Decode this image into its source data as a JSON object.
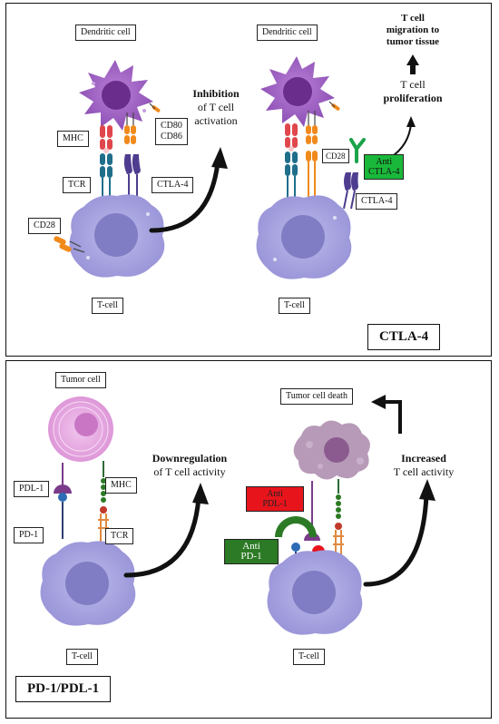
{
  "top_panel": {
    "title": "CTLA-4",
    "left": {
      "dendritic_label": "Dendritic cell",
      "mhc": "MHC",
      "cd80_cd86": "CD80\nCD86",
      "tcr": "TCR",
      "ctla4": "CTLA-4",
      "cd28": "CD28",
      "tcell": "T-cell",
      "effect_bold": "Inhibition",
      "effect_rest": "of T cell\nactivation"
    },
    "right": {
      "dendritic_label": "Dendritic cell",
      "cd28": "CD28",
      "anti_ctla4": "Anti\nCTLA-4",
      "ctla4": "CTLA-4",
      "tcell": "T-cell",
      "proliferation_top": "T cell",
      "proliferation_bold": "proliferation",
      "migration": "T cell\nmigration to\ntumor tissue"
    }
  },
  "bottom_panel": {
    "title": "PD-1/PDL-1",
    "left": {
      "tumor_label": "Tumor cell",
      "pdl1": "PDL-1",
      "pd1": "PD-1",
      "mhc": "MHC",
      "tcr": "TCR",
      "tcell": "T-cell",
      "effect_bold": "Downregulation",
      "effect_rest": "of T cell activity"
    },
    "right": {
      "tumor_death_label": "Tumor cell death",
      "anti_pdl1": "Anti\nPDL-1",
      "anti_pd1": "Anti\nPD-1",
      "tcell": "T-cell",
      "effect_bold": "Increased",
      "effect_rest": "T cell activity"
    }
  },
  "colors": {
    "dendritic": "#9b59b6",
    "tcell": "#a9a6de",
    "mhc_red": "#e0474c",
    "tcr_blue": "#1f6f8b",
    "cd80_orange": "#f08a1c",
    "ctla4_purple": "#4e3d8f",
    "anti_green": "#1ab83a",
    "anti_red": "#e8141c",
    "anti_dark_green": "#2c7a25",
    "tumor_pink": "#e5a6e0"
  }
}
